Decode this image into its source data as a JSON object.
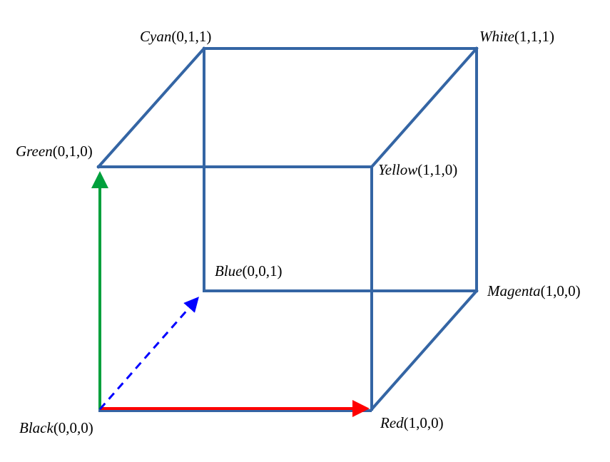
{
  "colors": {
    "edge": "#3465a4",
    "green_axis": "#00a03c",
    "red_axis": "#ff0000",
    "blue_axis": "#0000ff"
  },
  "vertices": {
    "cyan": {
      "name": "Cyan",
      "coords": "(0,1,1)"
    },
    "white": {
      "name": "White",
      "coords": "(1,1,1)"
    },
    "green": {
      "name": "Green",
      "coords": "(0,1,0)"
    },
    "yellow": {
      "name": "Yellow",
      "coords": "(1,1,0)"
    },
    "blue": {
      "name": "Blue",
      "coords": "(0,0,1)"
    },
    "magenta": {
      "name": "Magenta",
      "coords": "(1,0,0)"
    },
    "black": {
      "name": "Black",
      "coords": "(0,0,0)"
    },
    "red": {
      "name": "Red",
      "coords": "(1,0,0)"
    }
  }
}
